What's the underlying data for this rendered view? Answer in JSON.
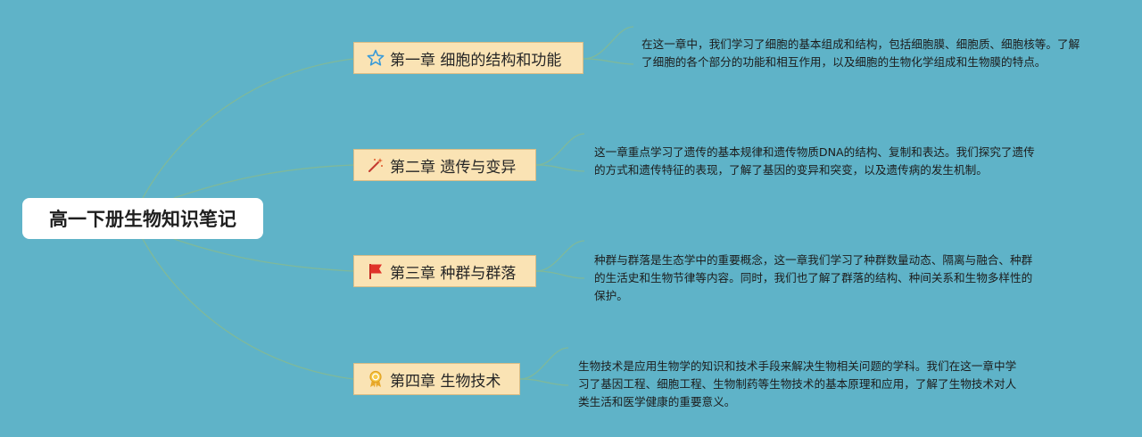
{
  "mindmap": {
    "title": "高一下册生物知识笔记",
    "chapters": [
      {
        "label": "第一章 细胞的结构和功能",
        "icon": "star-icon",
        "note": "在这一章中，我们学习了细胞的基本组成和结构，包括细胞膜、细胞质、细胞核等。了解了细胞的各个部分的功能和相互作用，以及细胞的生物化学组成和生物膜的特点。"
      },
      {
        "label": "第二章 遗传与变异",
        "icon": "magic-wand-icon",
        "note": "这一章重点学习了遗传的基本规律和遗传物质DNA的结构、复制和表达。我们探究了遗传的方式和遗传特征的表现，了解了基因的变异和突变，以及遗传病的发生机制。"
      },
      {
        "label": "第三章 种群与群落",
        "icon": "red-flag-icon",
        "note": "种群与群落是生态学中的重要概念，这一章我们学习了种群数量动态、隔离与融合、种群的生活史和生物节律等内容。同时，我们也了解了群落的结构、种间关系和生物多样性的保护。"
      },
      {
        "label": "第四章 生物技术",
        "icon": "award-ribbon-icon",
        "note": "生物技术是应用生物学的知识和技术手段来解决生物相关问题的学科。我们在这一章中学习了基因工程、细胞工程、生物制药等生物技术的基本原理和应用，了解了生物技术对人类生活和医学健康的重要意义。"
      }
    ]
  },
  "colors": {
    "background": "#5fb3c8",
    "chapter_fill": "#fae3b4",
    "connector": "#7fb99a"
  }
}
